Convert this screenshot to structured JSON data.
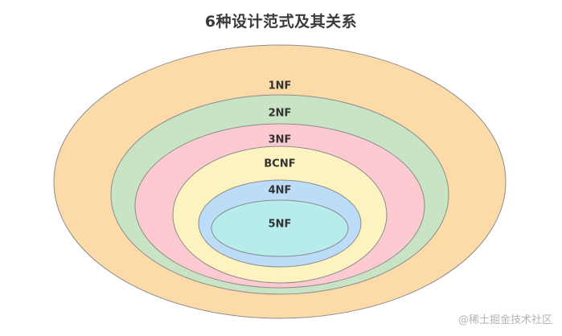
{
  "title": "6种设计范式及其关系",
  "rings": [
    {
      "label": "1NF",
      "color": "#fcdba8"
    },
    {
      "label": "2NF",
      "color": "#c8e4c4"
    },
    {
      "label": "3NF",
      "color": "#fccad0"
    },
    {
      "label": "BCNF",
      "color": "#fcf3c0"
    },
    {
      "label": "4NF",
      "color": "#bcdcf8"
    },
    {
      "label": "5NF",
      "color": "#b6ecec"
    }
  ],
  "outline_color": "#8c8c8c",
  "watermark": "@稀土掘金技术社区"
}
